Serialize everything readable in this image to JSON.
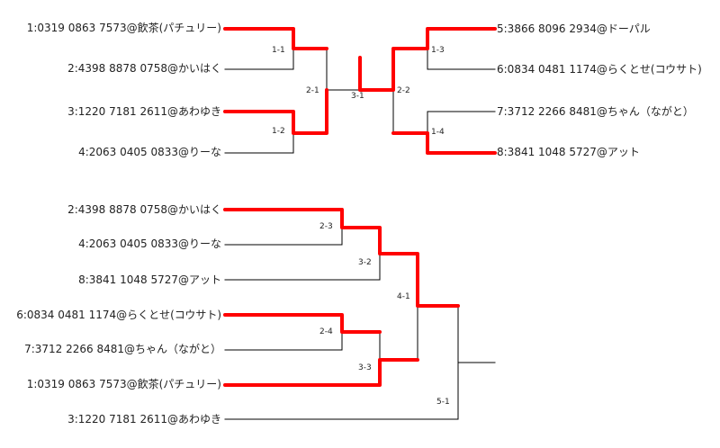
{
  "colors": {
    "win": "#ff0000",
    "line": "#000000",
    "text": "#222222"
  },
  "bracket_top": {
    "left_players": [
      "1:0319 0863 7573@飲茶(パチュリー)",
      "2:4398 8878 0758@かいはく",
      "3:1220 7181 2611@あわゆき",
      "4:2063 0405 0833@りーな"
    ],
    "right_players": [
      "5:3866 8096 2934@ドーパル",
      "6:0834 0481 1174@らくとせ(コウサト)",
      "7:3712 2266 8481@ちゃん（ながと）",
      "8:3841 1048 5727@アット"
    ],
    "matches": {
      "m1_1": "1-1",
      "m1_2": "1-2",
      "m2_1": "2-1",
      "m3_1": "3-1",
      "m2_2": "2-2",
      "m1_3": "1-3",
      "m1_4": "1-4"
    }
  },
  "bracket_bottom": {
    "players": [
      "2:4398 8878 0758@かいはく",
      "4:2063 0405 0833@りーな",
      "8:3841 1048 5727@アット",
      "6:0834 0481 1174@らくとせ(コウサト)",
      "7:3712 2266 8481@ちゃん（ながと）",
      "1:0319 0863 7573@飲茶(パチュリー)",
      "3:1220 7181 2611@あわゆき"
    ],
    "matches": {
      "m2_3": "2-3",
      "m3_2": "3-2",
      "m2_4": "2-4",
      "m3_3": "3-3",
      "m4_1": "4-1",
      "m5_1": "5-1"
    }
  }
}
